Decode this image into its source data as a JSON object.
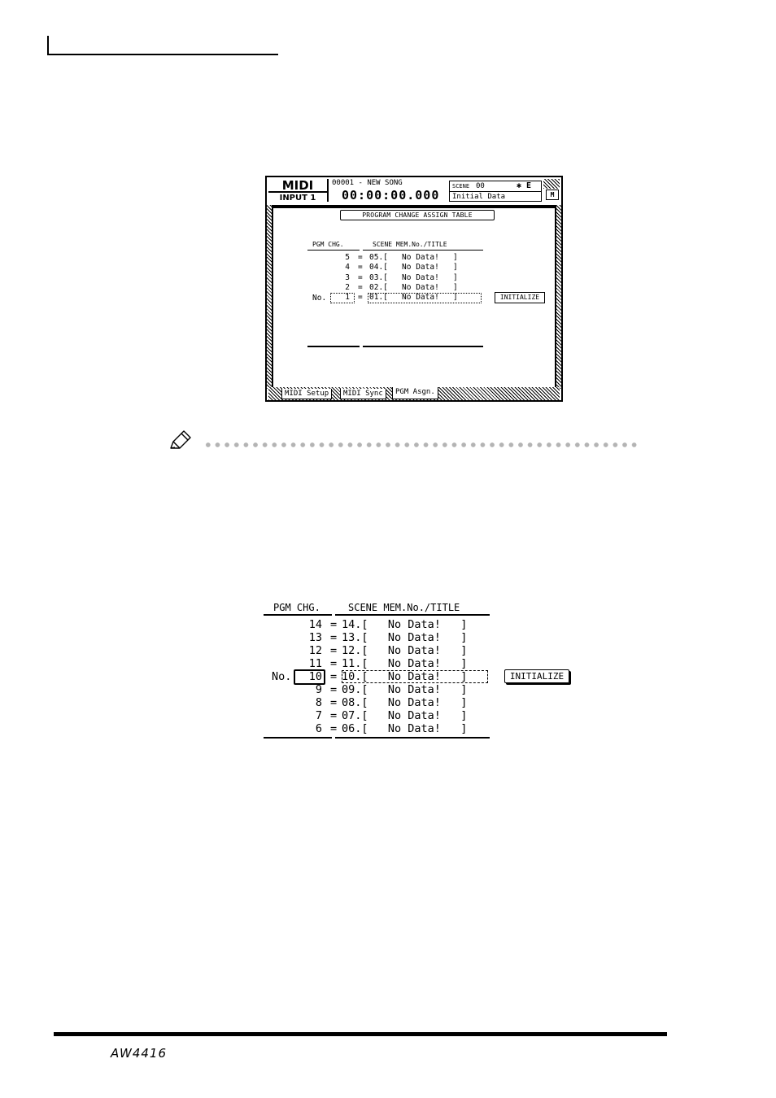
{
  "lcd": {
    "mode_title": "MIDI",
    "mode_sub": "INPUT 1",
    "song_name": "00001 - NEW SONG",
    "timecode": "00:00:00.000",
    "scene_label": "SCENE",
    "scene_number": "00",
    "scene_flag": "✱ E",
    "scene_title": "Initial Data",
    "corner_icon": "M",
    "table_title": "PROGRAM CHANGE ASSIGN TABLE",
    "col_pgm": "PGM CHG.",
    "col_scene": "SCENE MEM.No./TITLE",
    "rows": [
      {
        "num": "5",
        "eq": "=",
        "entry": "05.[   No Data!   ]"
      },
      {
        "num": "4",
        "eq": "=",
        "entry": "04.[   No Data!   ]"
      },
      {
        "num": "3",
        "eq": "=",
        "entry": "03.[   No Data!   ]"
      },
      {
        "num": "2",
        "eq": "=",
        "entry": "02.[   No Data!   ]"
      },
      {
        "num": "1",
        "eq": "=",
        "entry": "01.[   No Data!   ]"
      }
    ],
    "no_label": "No.",
    "initialize": "INITIALIZE",
    "tabs": [
      "MIDI Setup",
      "MIDI Sync",
      "PGM Asgn."
    ]
  },
  "zoom": {
    "col_pgm": "PGM CHG.",
    "col_scene": "SCENE MEM.No./TITLE",
    "rows": [
      {
        "num": "14",
        "eq": "=",
        "entry": "14.[   No Data!   ]"
      },
      {
        "num": "13",
        "eq": "=",
        "entry": "13.[   No Data!   ]"
      },
      {
        "num": "12",
        "eq": "=",
        "entry": "12.[   No Data!   ]"
      },
      {
        "num": "11",
        "eq": "=",
        "entry": "11.[   No Data!   ]"
      },
      {
        "num": "10",
        "eq": "=",
        "entry": "10.[   No Data!   ]"
      },
      {
        "num": "9",
        "eq": "=",
        "entry": "09.[   No Data!   ]"
      },
      {
        "num": "8",
        "eq": "=",
        "entry": "08.[   No Data!   ]"
      },
      {
        "num": "7",
        "eq": "=",
        "entry": "07.[   No Data!   ]"
      },
      {
        "num": "6",
        "eq": "=",
        "entry": "06.[   No Data!   ]"
      }
    ],
    "no_label": "No.",
    "initialize": "INITIALIZE"
  },
  "footer": {
    "logo": "AW4416"
  },
  "icons": {
    "tip": "pencil-note-icon"
  }
}
